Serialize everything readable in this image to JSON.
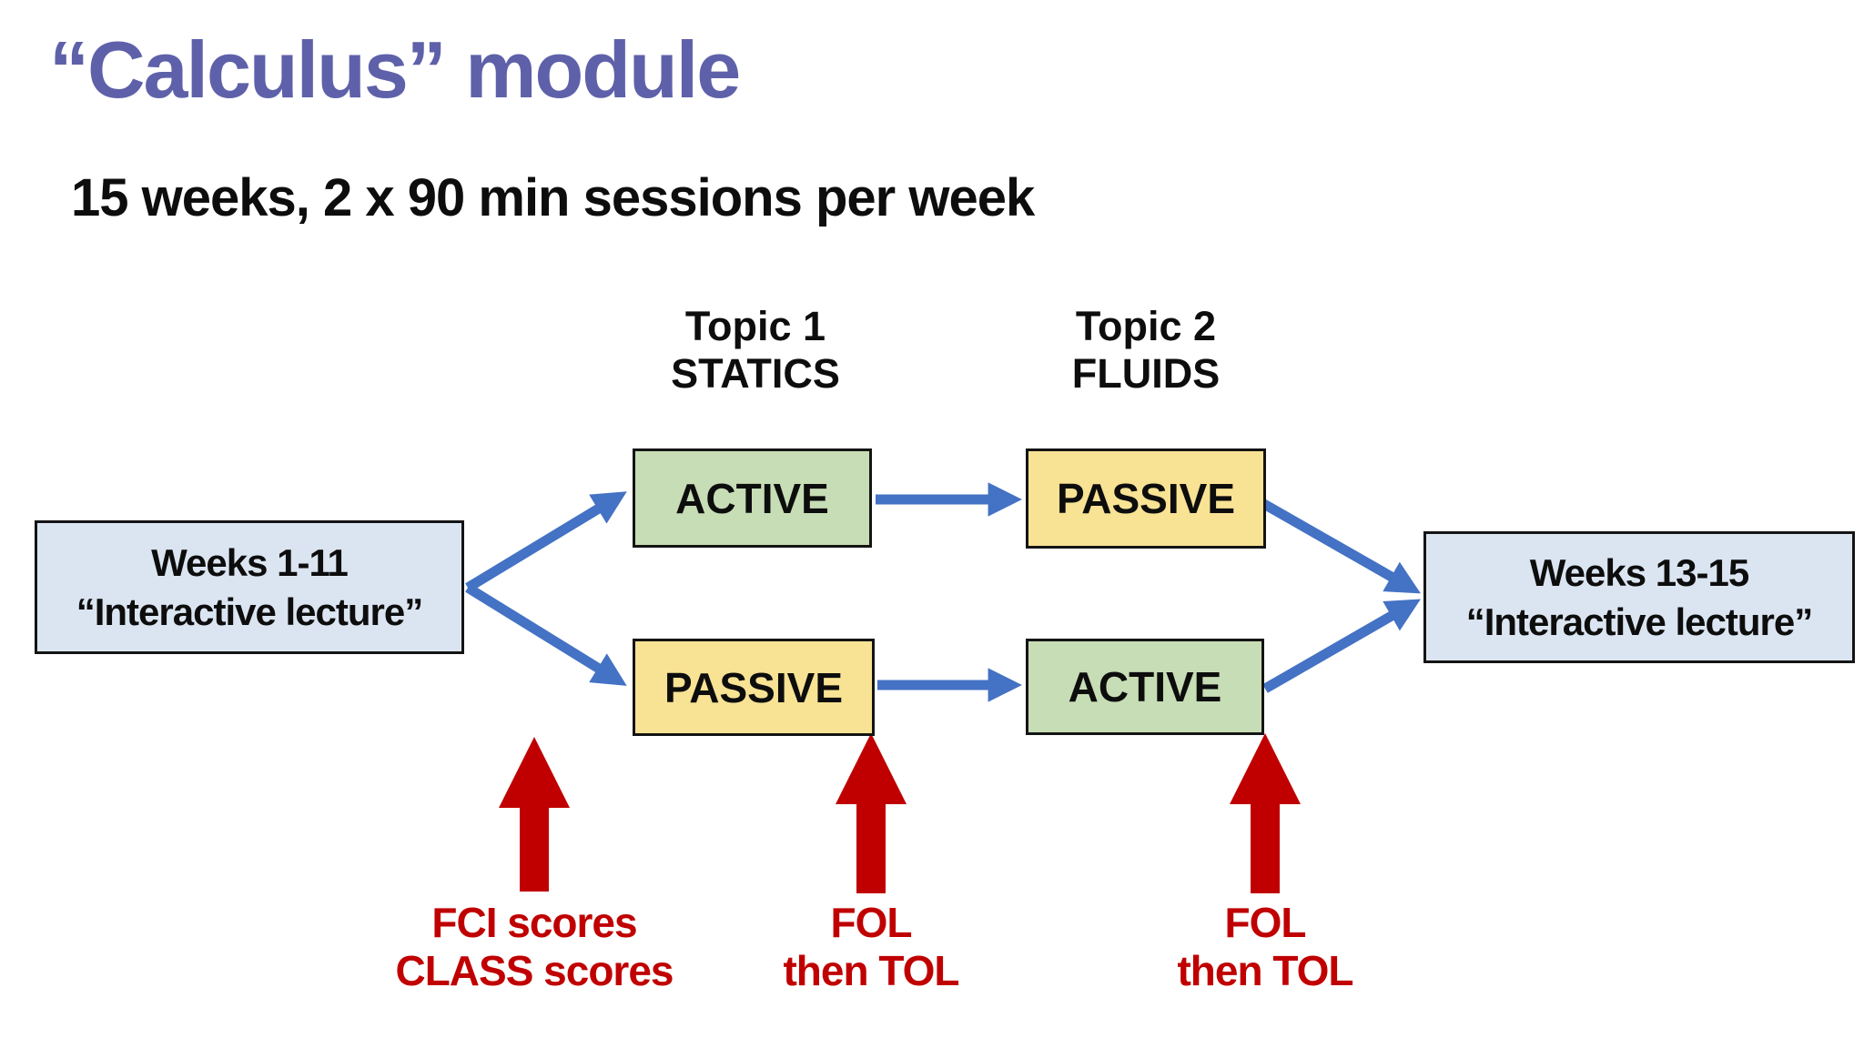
{
  "slide": {
    "title": "“Calculus” module",
    "subtitle": "15 weeks, 2 x 90 min sessions per week"
  },
  "topic_headers": [
    {
      "line1": "Topic 1",
      "line2": "STATICS"
    },
    {
      "line1": "Topic 2",
      "line2": "FLUIDS"
    }
  ],
  "boxes": {
    "start": {
      "line1": "Weeks 1-11",
      "line2": "“Interactive lecture”"
    },
    "topic1_top": {
      "label": "ACTIVE"
    },
    "topic2_top": {
      "label": "PASSIVE"
    },
    "topic1_bottom": {
      "label": "PASSIVE"
    },
    "topic2_bottom": {
      "label": "ACTIVE"
    },
    "end": {
      "line1": "Weeks 13-15",
      "line2": "“Interactive lecture”"
    }
  },
  "annotations": [
    {
      "line1": "FCI scores",
      "line2": "CLASS scores"
    },
    {
      "line1": "FOL",
      "line2": "then TOL"
    },
    {
      "line1": "FOL",
      "line2": "then TOL"
    }
  ],
  "colors": {
    "title": "#5E61A9",
    "box_blue_fill": "#DBE5F1",
    "box_green_fill": "#C7DDB5",
    "box_yellow_fill": "#F8E294",
    "flow_arrow_blue": "#4472C4",
    "assessment_red": "#C00000",
    "text_black": "#0D0D0D"
  }
}
